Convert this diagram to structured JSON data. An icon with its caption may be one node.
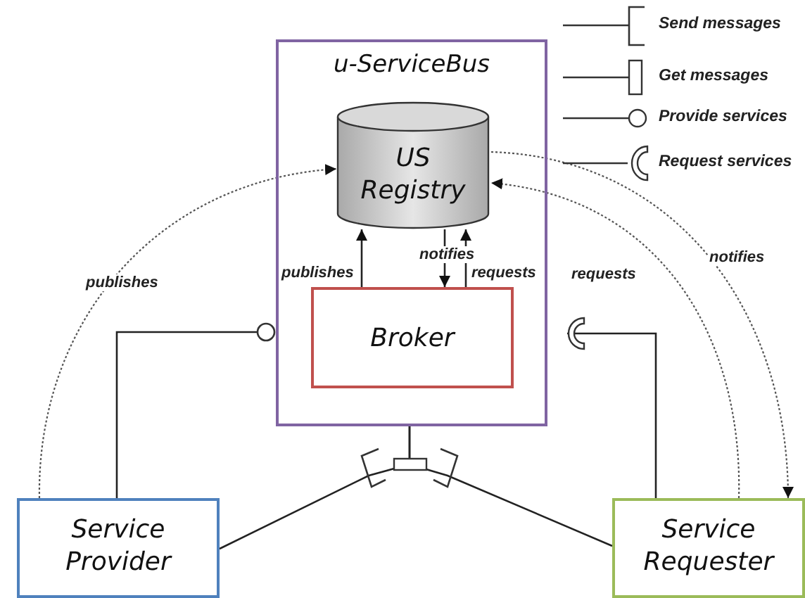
{
  "diagram": {
    "nodes": [
      {
        "text": [
          "u-ServiceBus"
        ]
      },
      {
        "text": [
          "US Registry"
        ],
        "in": 0
      },
      {
        "text": [
          "Broker"
        ],
        "in": 0
      },
      {
        "text": [
          "Service Provider"
        ]
      },
      {
        "text": [
          "Service Requester"
        ]
      }
    ],
    "edges": [
      {
        "from": 2,
        "to": 1,
        "arrow": "to",
        "label": "publishes"
      },
      {
        "from": 1,
        "to": 2,
        "arrow": "to",
        "label": "notifies"
      },
      {
        "from": 2,
        "to": 1,
        "arrow": "to",
        "label": "requests"
      },
      {
        "from": 3,
        "to": 1,
        "arrow": "to",
        "label": "publishes",
        "style": "dashed"
      },
      {
        "from": 4,
        "to": 1,
        "arrow": "to",
        "label": "requests",
        "style": "dashed"
      },
      {
        "from": 1,
        "to": 4,
        "arrow": "to",
        "label": "notifies",
        "style": "dashed"
      },
      {
        "from": 3,
        "to": 0,
        "arrow": "other"
      },
      {
        "from": 4,
        "to": 0,
        "arrow": "other"
      },
      {
        "from": 3,
        "to": 0,
        "arrow": "none"
      },
      {
        "from": 4,
        "to": 0,
        "arrow": "none"
      }
    ],
    "legend": [
      {
        "text": "Send messages"
      },
      {
        "text": "Get messages"
      },
      {
        "text": "Provide services"
      },
      {
        "text": "Request services"
      }
    ]
  }
}
